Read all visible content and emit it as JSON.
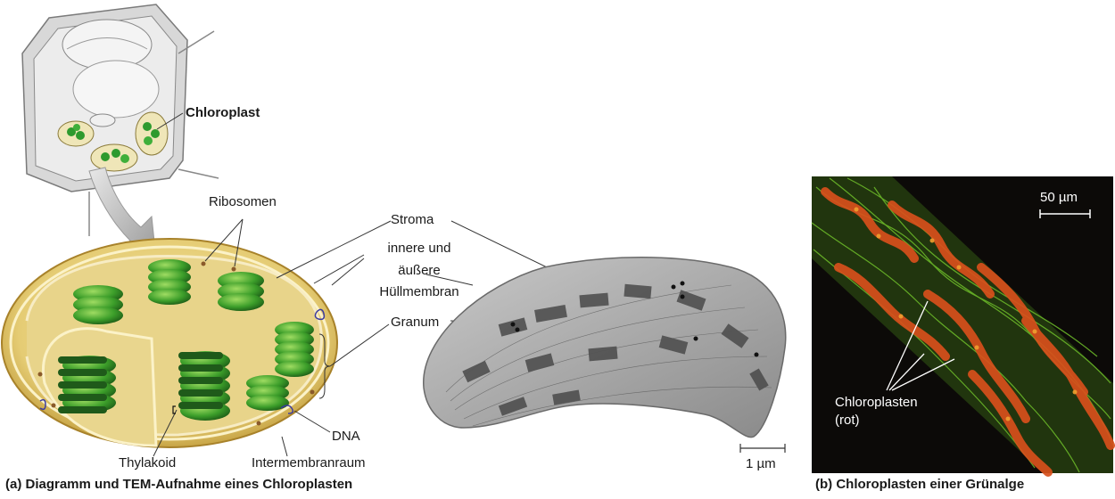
{
  "labels": {
    "chloroplast": "Chloroplast",
    "ribosomes": "Ribosomen",
    "stroma": "Stroma",
    "membrane_l1": "innere und",
    "membrane_l2": "äußere",
    "membrane_l3": "Hüllmembran",
    "granum": "Granum",
    "dna": "DNA",
    "thylakoid": "Thylakoid",
    "intermembrane": "Intermembranraum",
    "scale_tem": "1 µm",
    "scale_micro": "50 µm",
    "chloroplasts_l1": "Chloroplasten",
    "chloroplasts_l2": "(rot)"
  },
  "captions": {
    "a": "(a) Diagramm und TEM-Aufnahme eines Chloroplasten",
    "b": "(b) Chloroplasten einer Grünalge"
  },
  "colors": {
    "chloroplast_green": "#2e9a2e",
    "envelope_yellow": "#d9b94a",
    "micrograph_bg": "#0c0a08",
    "algae_red": "#d8501c",
    "algae_green": "#6fbf2a"
  }
}
